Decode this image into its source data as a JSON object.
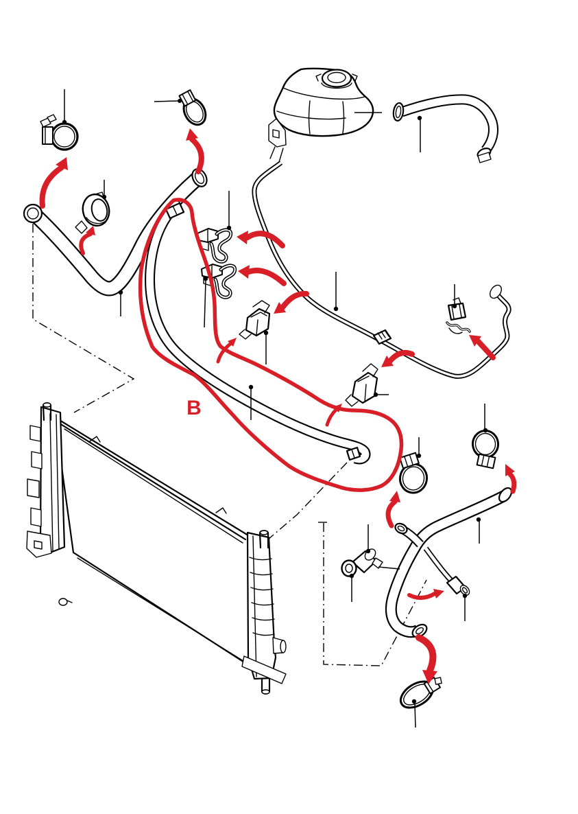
{
  "canvas": {
    "background": "#ffffff"
  },
  "colors": {
    "ink": "#000000",
    "highlight": "#d81f27",
    "paper": "#ffffff"
  },
  "labels": {
    "hose_loop": "B"
  },
  "annotations": {
    "highlighted_part_label": "B",
    "red_arrow_count": 14,
    "leader_line_count": 20,
    "highlight_style": "freehand red loop around heater hose"
  },
  "parts": [
    "radiator",
    "radiator-left-tank",
    "radiator-right-tank",
    "expansion-tank",
    "expansion-tank-cap",
    "upper-radiator-hose",
    "heater-hose-b",
    "overflow-hose",
    "degas-hose",
    "lower-radiator-hose",
    "branch-hose",
    "hose-clamp-top-left",
    "hose-clamp-top-middle",
    "hose-clamp-right-upper",
    "hose-clamp-right-lower",
    "hose-clamp-bottom",
    "hose-clip-1",
    "hose-clip-2",
    "hose-clip-3",
    "hose-clip-4",
    "hose-clip-5",
    "quick-connect-coupling",
    "t-connector",
    "branch-pipe-fitting"
  ]
}
